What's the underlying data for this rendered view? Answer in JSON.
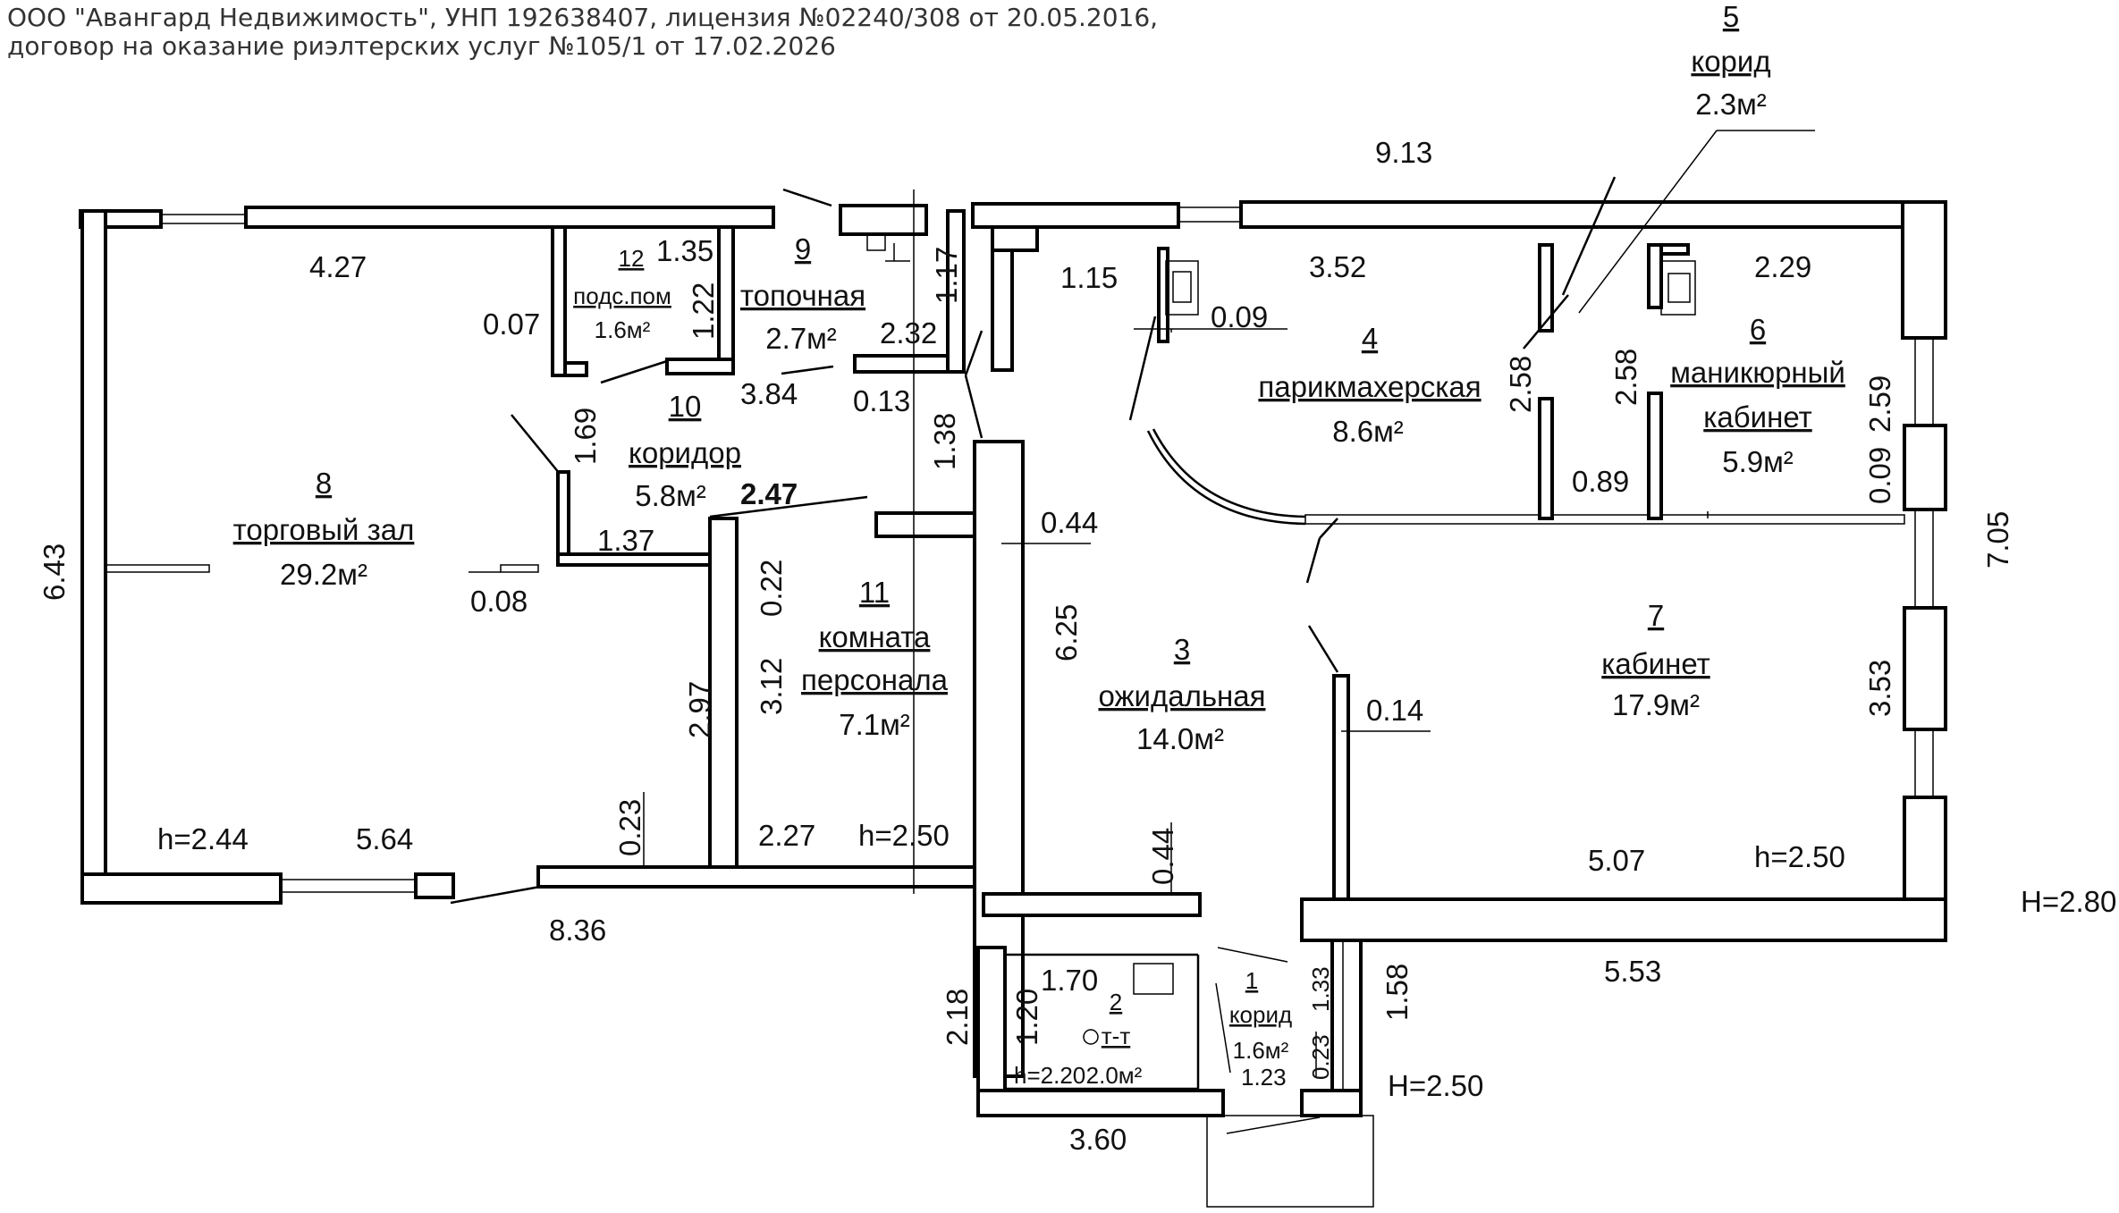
{
  "header": {
    "line1": "ООО \"Авангард Недвижимость\", УНП 192638407, лицензия №02240/308 от 20.05.2016,",
    "line2": "договор на оказание риэлтерских услуг №105/1 от 17.02.2026"
  },
  "rooms": [
    {
      "num": "1",
      "name": "корид",
      "area": "1.6м²"
    },
    {
      "num": "2",
      "name": "т-т",
      "area": "2.0м²"
    },
    {
      "num": "3",
      "name": "ожидальная",
      "area": "14.0м²"
    },
    {
      "num": "4",
      "name": "парикмахерская",
      "area": "8.6м²"
    },
    {
      "num": "5",
      "name": "корид",
      "area": "2.3м²"
    },
    {
      "num": "6",
      "name1": "маникюрный",
      "name2": "кабинет",
      "area": "5.9м²"
    },
    {
      "num": "7",
      "name": "кабинет",
      "area": "17.9м²"
    },
    {
      "num": "8",
      "name": "торговый зал",
      "area": "29.2м²"
    },
    {
      "num": "9",
      "name": "топочная",
      "area": "2.7м²"
    },
    {
      "num": "10",
      "name": "коридор",
      "area": "5.8м²"
    },
    {
      "num": "11",
      "name1": "комната",
      "name2": "персонала",
      "area": "7.1м²"
    },
    {
      "num": "12",
      "name": "подс.пом",
      "area": "1.6м²"
    }
  ],
  "dims": {
    "d913": "9.13",
    "d427": "4.27",
    "d135": "1.35",
    "d007": "0.07",
    "d122": "1.22",
    "d117": "1.17",
    "d232": "2.32",
    "d384": "3.84",
    "d013": "0.13",
    "d169": "1.69",
    "d247": "2.47",
    "d137": "1.37",
    "d008": "0.08",
    "d643": "6.43",
    "d138": "1.38",
    "d115": "1.15",
    "d352": "3.52",
    "d009a": "0.09",
    "d229": "2.29",
    "d258a": "2.58",
    "d258b": "2.58",
    "d259": "2.59",
    "d089": "0.89",
    "d009b": "0.09",
    "d705": "7.05",
    "d044a": "0.44",
    "d022": "0.22",
    "d312": "3.12",
    "d297": "2.97",
    "d625": "6.25",
    "d014": "0.14",
    "d353": "3.53",
    "d023a": "0.23",
    "d227": "2.27",
    "d044b": "0.44",
    "d507": "5.07",
    "d564": "5.64",
    "d836": "8.36",
    "d553": "5.53",
    "d218": "2.18",
    "d170": "1.70",
    "d120": "1.20",
    "d133": "1.33",
    "d158": "1.58",
    "d123": "1.23",
    "d023b": "0.23",
    "d360": "3.60"
  },
  "heights": {
    "h244": "h=2.44",
    "h250a": "h=2.50",
    "h250b": "h=2.50",
    "h220": "h=2.20",
    "H280": "H=2.80",
    "H250": "H=2.50"
  }
}
